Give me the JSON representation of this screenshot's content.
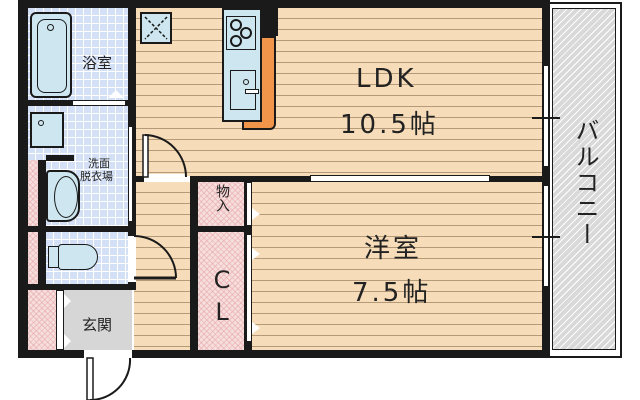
{
  "floor_plan": {
    "rooms": {
      "ldk": {
        "name": "LDK",
        "size": "10.5帖"
      },
      "western_room": {
        "name": "洋室",
        "size": "7.5帖"
      },
      "bathroom": {
        "name": "浴室"
      },
      "washroom": {
        "line1": "洗面",
        "line2": "脱衣場"
      },
      "storage": {
        "name": "物入"
      },
      "closet": {
        "name": "CL"
      },
      "entrance": {
        "name": "玄関"
      },
      "balcony": {
        "name": "バルコニー"
      }
    },
    "colors": {
      "wall": "#1a1a1a",
      "wood_floor": "#f6dcb8",
      "tile_floor": "#d4e0f6",
      "storage_floor": "#f7dede",
      "entrance_floor": "#d6d6d6",
      "balcony": "#d9d9d9",
      "kitchen_counter": "#f0954a",
      "fixture": "#cde6ef"
    },
    "icons": {
      "kitchen_stove": "stove-icon",
      "sink": "sink-icon",
      "bathtub": "bathtub-icon",
      "toilet": "toilet-icon",
      "washbasin": "washbasin-icon",
      "washing_machine": "washing-machine-icon",
      "ventilation": "ventilation-icon"
    }
  }
}
